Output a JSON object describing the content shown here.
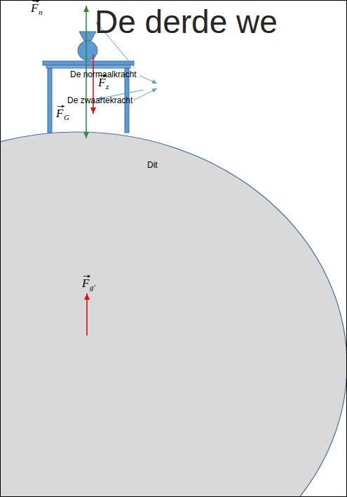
{
  "diagram": {
    "title": "De derde we",
    "labels": [
      "F",
      "n",
      "De normaalkracht",
      "F",
      "z",
      "F",
      "G",
      "De zwaartekracht",
      "Dit",
      "F",
      "g'"
    ]
  }
}
